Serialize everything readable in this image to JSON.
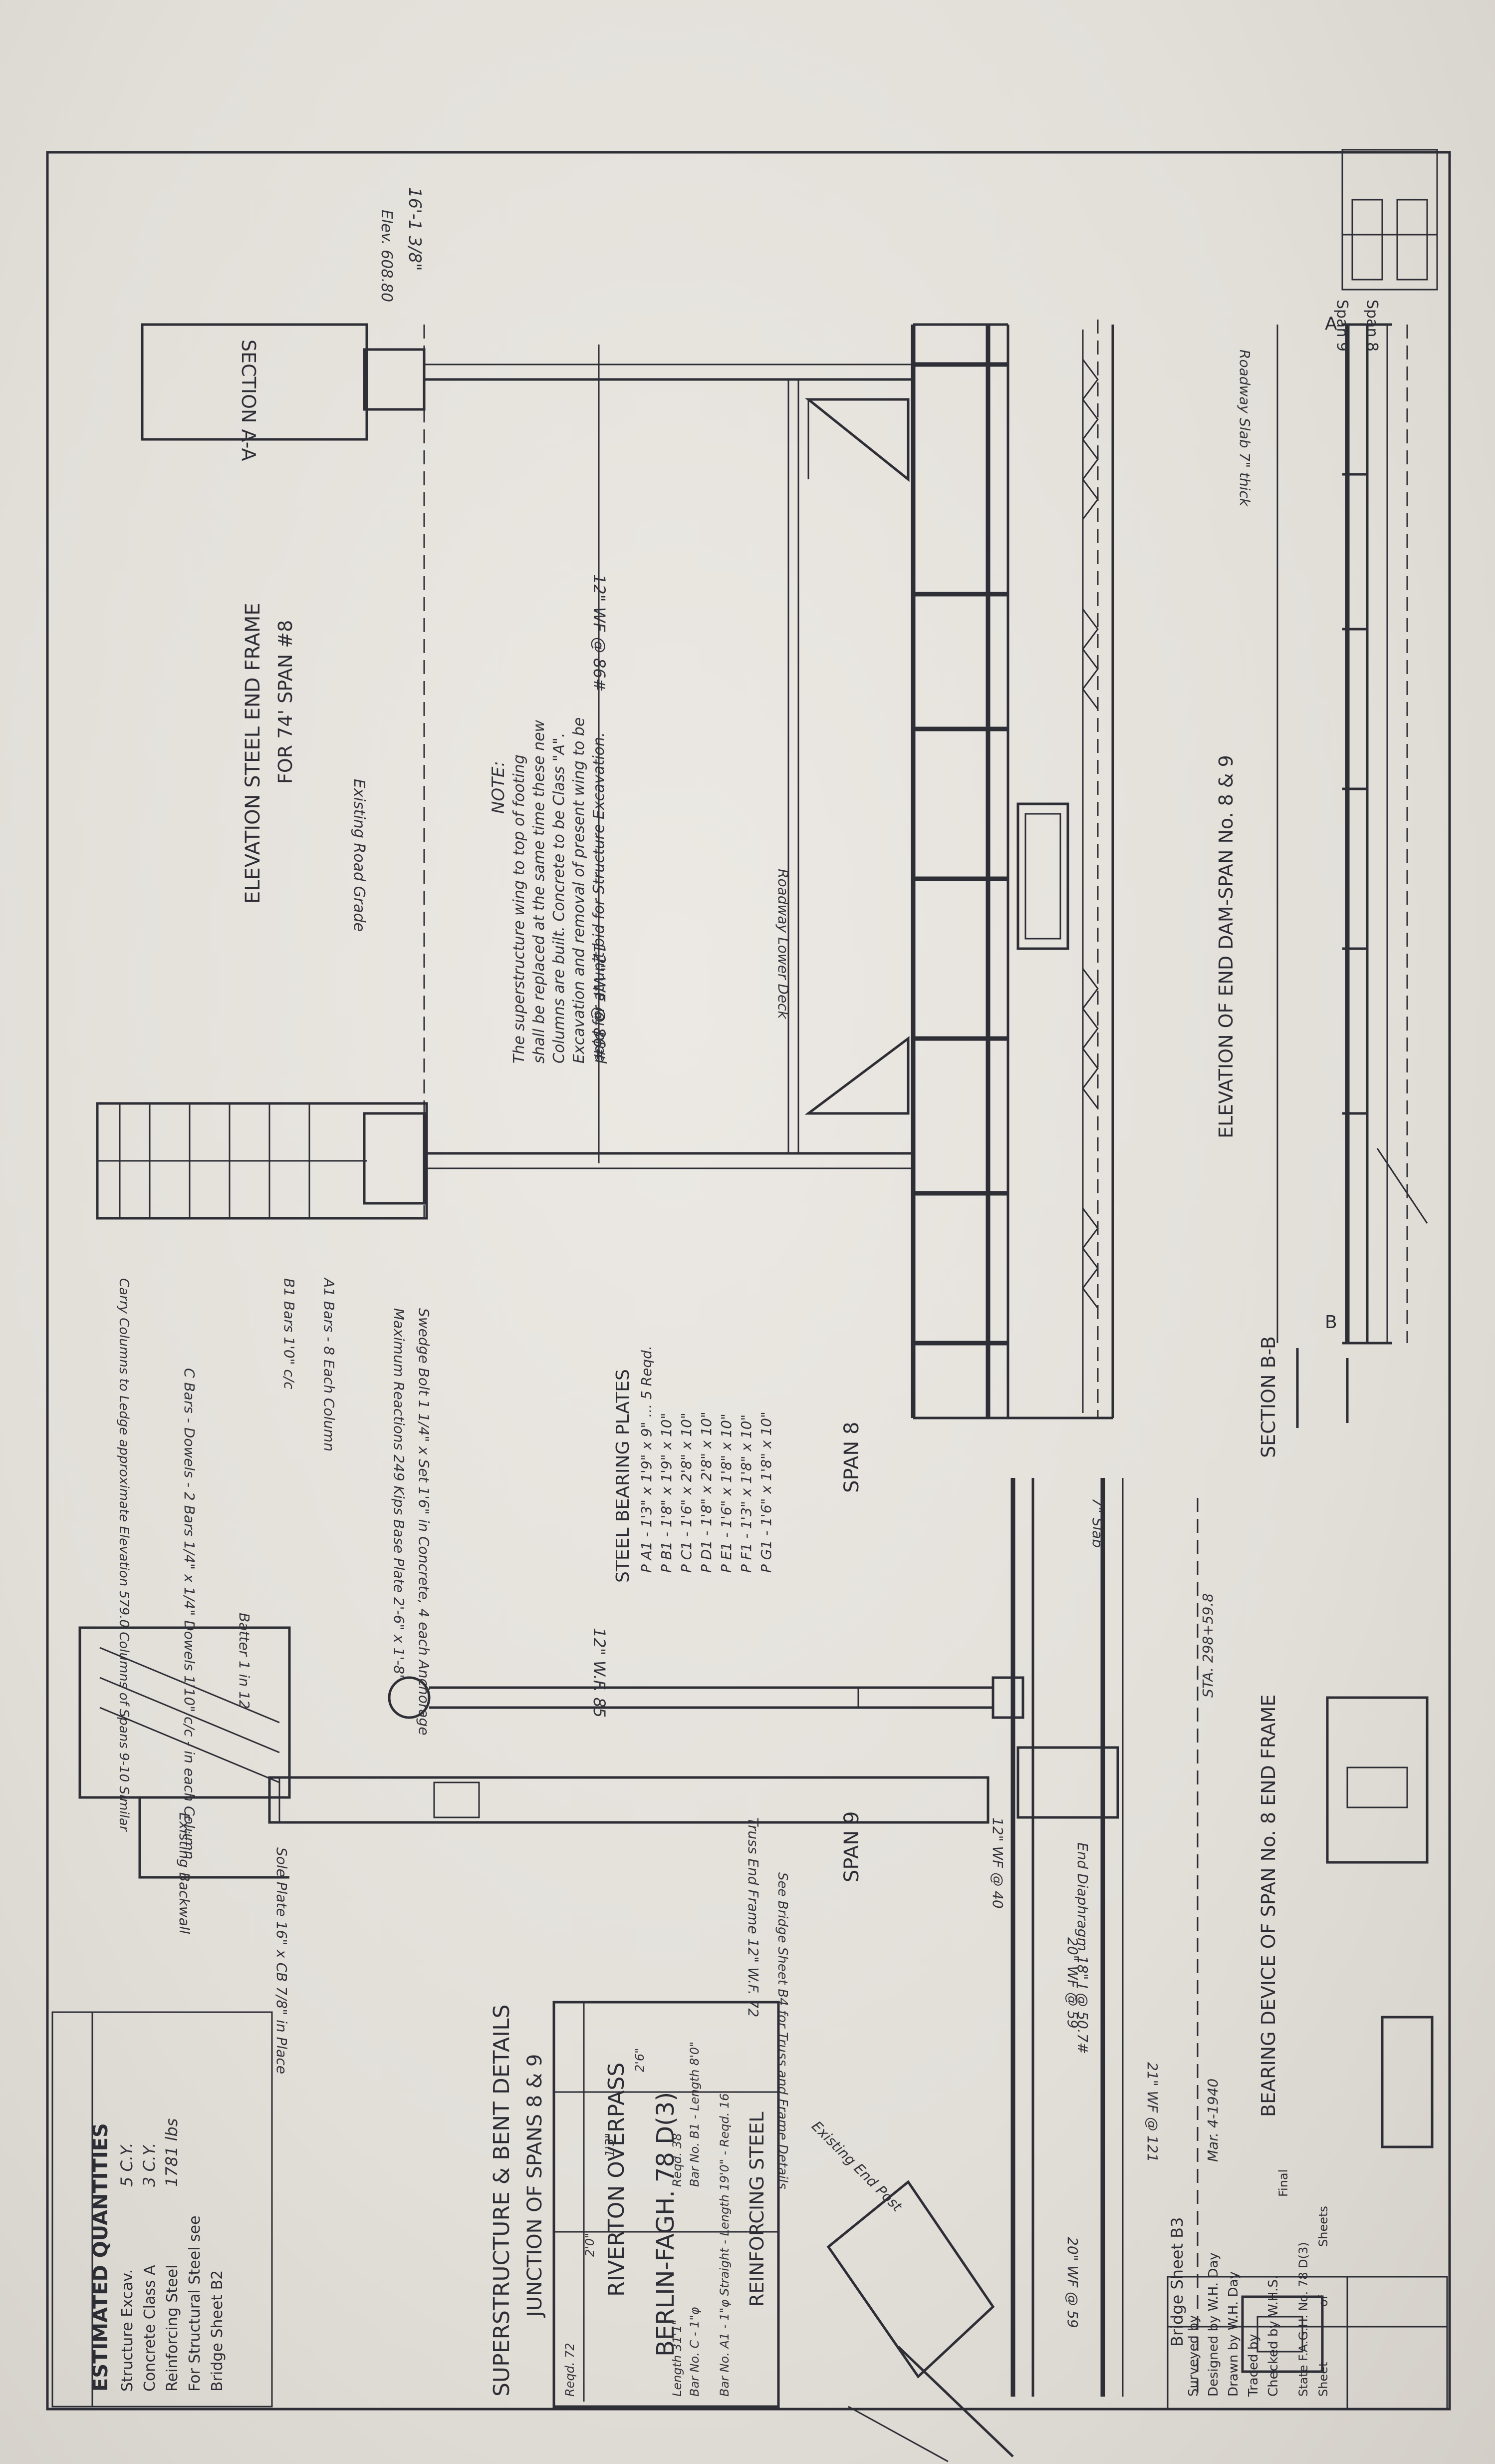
{
  "title_block": {
    "estimated_quantities": {
      "heading": "ESTIMATED QUANTITIES",
      "lines": [
        "Structure Excav.",
        "Concrete Class A",
        "Reinforcing Steel",
        "For Structural Steel see",
        "Bridge Sheet B2"
      ],
      "values": [
        "5 C.Y.",
        "3 C.Y.",
        "1781 lbs"
      ]
    },
    "project": {
      "title": "SUPERSTRUCTURE & BENT DETAILS",
      "subtitle": "JUNCTION OF SPANS 8 & 9",
      "location": "RIVERTON OVERPASS",
      "number": "BERLIN-FAGH. 78 D(3)"
    },
    "credits": [
      "Surveyed by",
      "Designed by W.H. Day",
      "Drawn by W.H. Day",
      "Traced by",
      "Checked by W.H.S."
    ],
    "date": "Mar. 4-1940",
    "sheet_label": "Bridge Sheet B3",
    "state_no": "State F.A.G.H. No. 78 D(3)",
    "sheet_counter": [
      "Sheet",
      "of",
      "Sheets"
    ],
    "final": "Final"
  },
  "reinforcing_steel": {
    "heading": "REINFORCING STEEL",
    "bars": [
      "Bar No. A1 - 1\"φ Straight - Length 19'0\" - Reqd. 16",
      "Bar No. C - 1\"φ",
      "Length 31'1\"",
      "Bar No. B1 - Length 8'0\"",
      "Reqd. 38"
    ],
    "reqd": "Reqd. 72",
    "dims": [
      "2'0\"",
      "1'3\"",
      "2'6\""
    ]
  },
  "views": {
    "section_aa": "SECTION A-A",
    "section_bb": "SECTION B-B",
    "elev_end_dam": "ELEVATION OF END DAM-SPAN No. 8 & 9",
    "elev_steel_end_frame": "ELEVATION STEEL END FRAME",
    "for_span": "FOR 74' SPAN #8",
    "bearing_device": "BEARING DEVICE OF SPAN No. 8 END FRAME",
    "span8": "SPAN 8",
    "span9": "SPAN 9",
    "span8_small": "Span 8",
    "span9_small": "Span 9"
  },
  "steel_bearing_plates": {
    "heading": "STEEL BEARING PLATES",
    "rows": [
      "P A1 - 1'3\" x 1'9\" x 9\"  ...  5 Reqd.",
      "P B1 - 1'8\" x 1'9\" x 10\"",
      "P C1 - 1'6\" x 2'8\" x 10\"",
      "P D1 - 1'8\" x 2'8\" x 10\"",
      "P E1 - 1'6\" x 1'8\" x 10\"",
      "P F1 - 1'3\" x 1'8\" x 10\"",
      "P G1 - 1'6\" x 1'8\" x 10\""
    ]
  },
  "notes": {
    "heading": "NOTE:",
    "lines": [
      "The superstructure wing to top of footing",
      "shall be replaced at the same time these new",
      "Columns are built. Concrete to be Class \"A\".",
      "Excavation and removal of present wing to be",
      "paid for at unit bid for Structure Excavation."
    ]
  },
  "callouts": {
    "dim_16": "16'-1 3/8\"",
    "elev": "Elev. 608.80",
    "wf86a": "12\" WF @ 86#",
    "wf86b": "12\" WF @ 86#",
    "wf85": "12\" W.F. 85",
    "existing_grade": "Existing Road Grade",
    "roadway_lower": "Roadway Lower Deck",
    "anchor": "Maximum Reactions 249 Kips  Base Plate 2'-6\" x 1'-8\"",
    "swedge": "Swedge Bolt 1 1/4\" x Set 1'6\" in Concrete, 4 each Anchorage",
    "a_bars": "A1 Bars - 8 Each Column",
    "b_bars": "B1 Bars 1'0\" c/c",
    "c_bars": "C Bars - Dowels - 2 Bars 1/4\" x 1/4\" Dowels 1'10\" c/c - in each Column",
    "carry": "Carry Columns to Ledge approximate Elevation 579.0 Columns of Spans 9-10 Similar",
    "batter": "Batter 1 in 12",
    "existing_backwall": "Existing Backwall",
    "existing_end_post": "Existing End Post",
    "shoe": "Sole Plate 16\" x CB 7/8\" in Place",
    "truss": "Truss End Frame 12\" W.F. 72",
    "see_bridge": "See Bridge Sheet B4 for Truss and Frame Details",
    "station": "STA. 298+59.8",
    "end_diaphragm": "End Diaphragm 18\" I @ 50.7#",
    "wf59a": "20\" WF @ 59",
    "wf59b": "20\" WF @ 59",
    "wf40": "12\" WF @ 40",
    "wf121": "21\" WF @ 121",
    "slab": "7\" Slab",
    "roadway_slab": "Roadway Slab 7\" thick",
    "section_label_a": "A",
    "section_label_b": "B"
  }
}
